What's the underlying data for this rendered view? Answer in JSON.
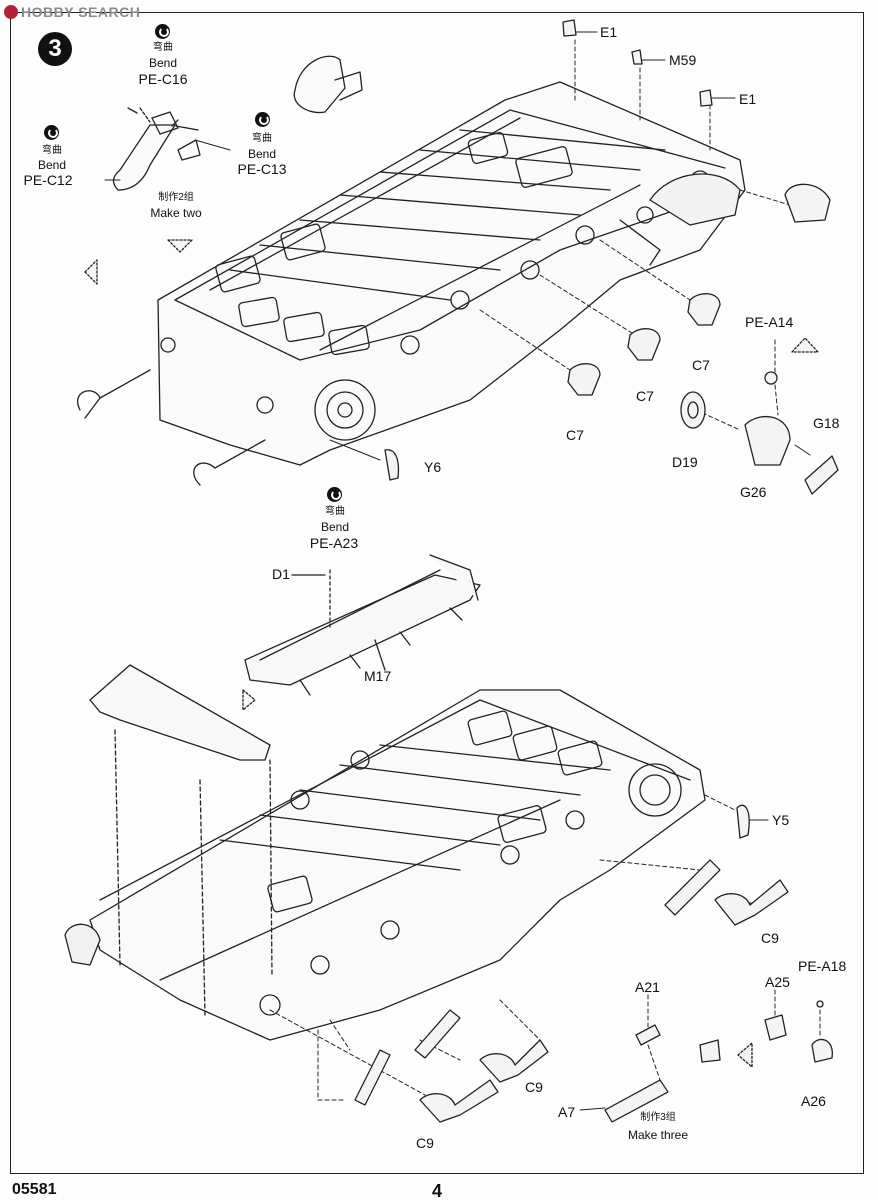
{
  "watermark": {
    "text": "HOBBY SEARCH",
    "color": "#b2233a"
  },
  "step_number": "3",
  "bend_notes": [
    {
      "id": "pe-c16",
      "cn": "弯曲",
      "en": "Bend",
      "part": "PE-C16"
    },
    {
      "id": "pe-c13",
      "cn": "弯曲",
      "en": "Bend",
      "part": "PE-C13"
    },
    {
      "id": "pe-c12",
      "cn": "弯曲",
      "en": "Bend",
      "part": "PE-C12"
    },
    {
      "id": "pe-a23",
      "cn": "弯曲",
      "en": "Bend",
      "part": "PE-A23"
    }
  ],
  "quantity_notes": [
    {
      "id": "make-two",
      "cn": "制作2组",
      "en": "Make two"
    },
    {
      "id": "make-three",
      "cn": "制作3组",
      "en": "Make three"
    }
  ],
  "part_labels": {
    "e1_top": "E1",
    "m59": "M59",
    "e1_second": "E1",
    "c7_a": "C7",
    "c7_b": "C7",
    "c7_c": "C7",
    "pe_a14": "PE-A14",
    "g18": "G18",
    "d19": "D19",
    "g26": "G26",
    "y6": "Y6",
    "d1": "D1",
    "m17": "M17",
    "y5": "Y5",
    "c9_a": "C9",
    "c9_b": "C9",
    "c9_c": "C9",
    "a21": "A21",
    "a25": "A25",
    "pe_a18": "PE-A18",
    "a7": "A7",
    "a26": "A26"
  },
  "footer": {
    "kit_number": "05581",
    "page_number": "4"
  }
}
